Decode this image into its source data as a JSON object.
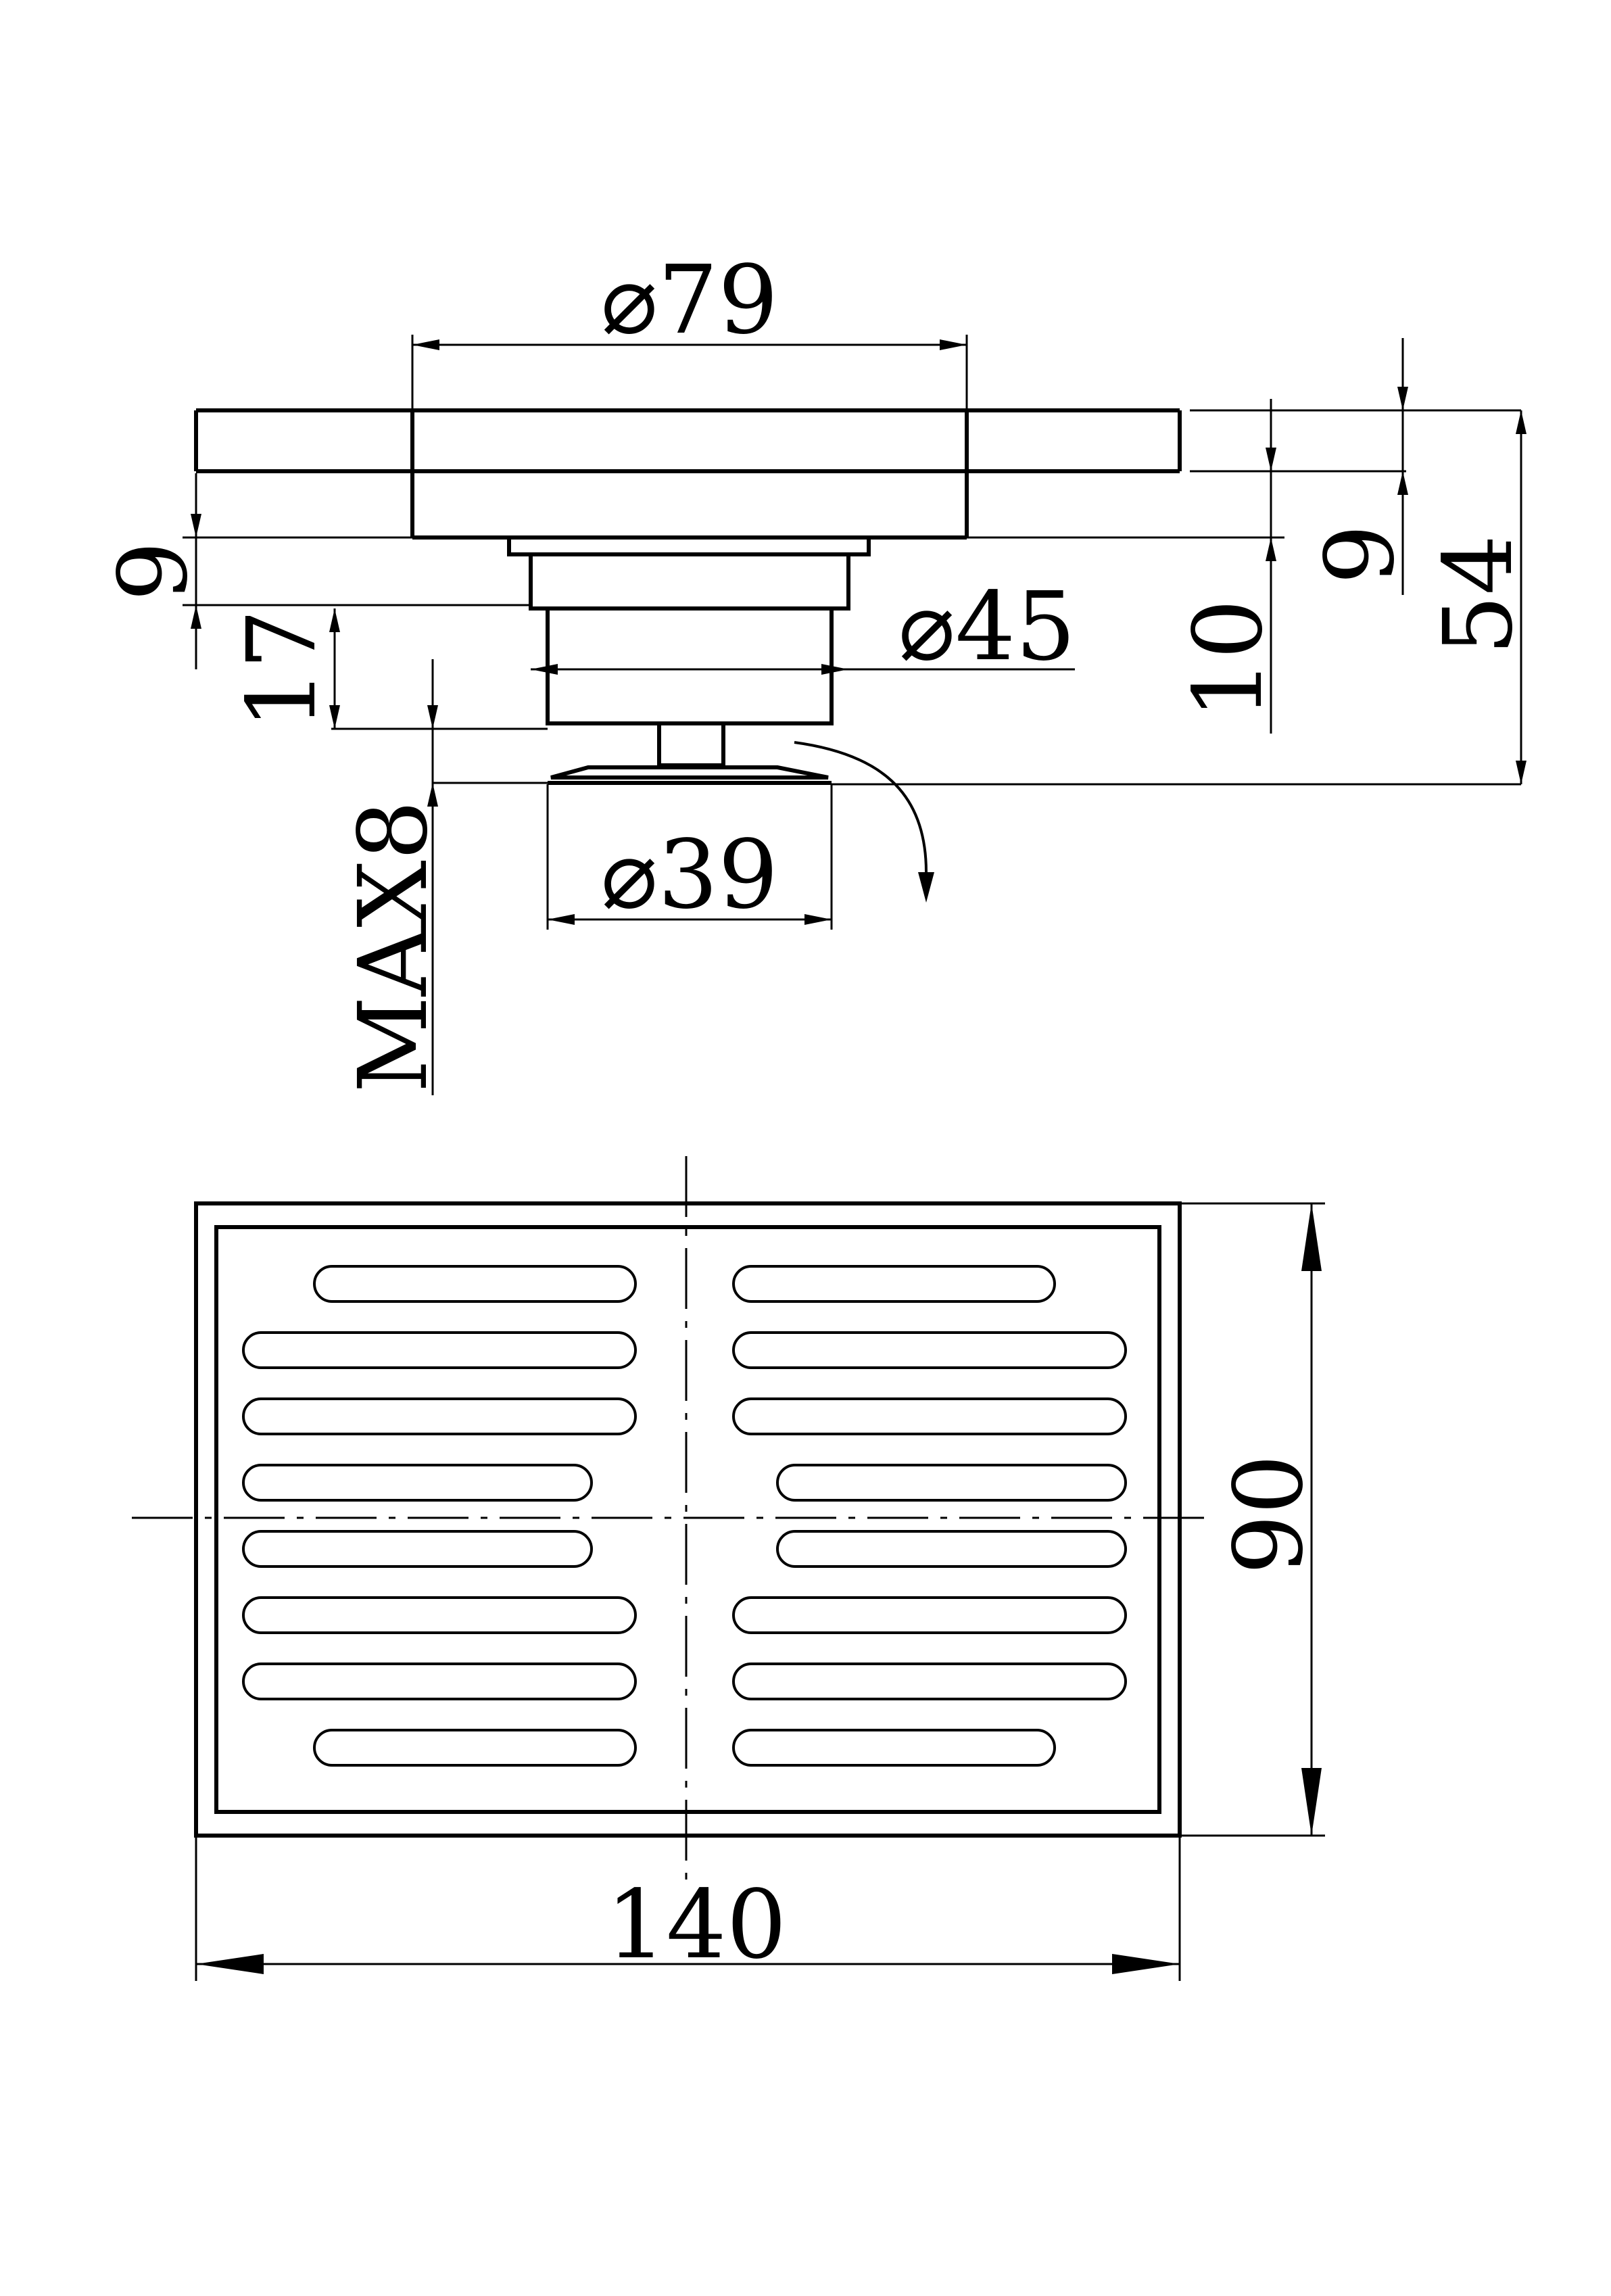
{
  "drawing": {
    "line_color": "#000000",
    "background_color": "#ffffff",
    "side_view": {
      "labels": {
        "top_diameter": "⌀79",
        "body_diameter": "⌀45",
        "seal_diameter": "⌀39",
        "left_height_9": "9",
        "left_height_17": "17",
        "max_depth": "MAX8",
        "right_height_10": "10",
        "right_height_9": "9",
        "total_height": "54"
      }
    },
    "top_view": {
      "labels": {
        "width": "140",
        "height": "90"
      },
      "slot_rows": 8
    }
  }
}
